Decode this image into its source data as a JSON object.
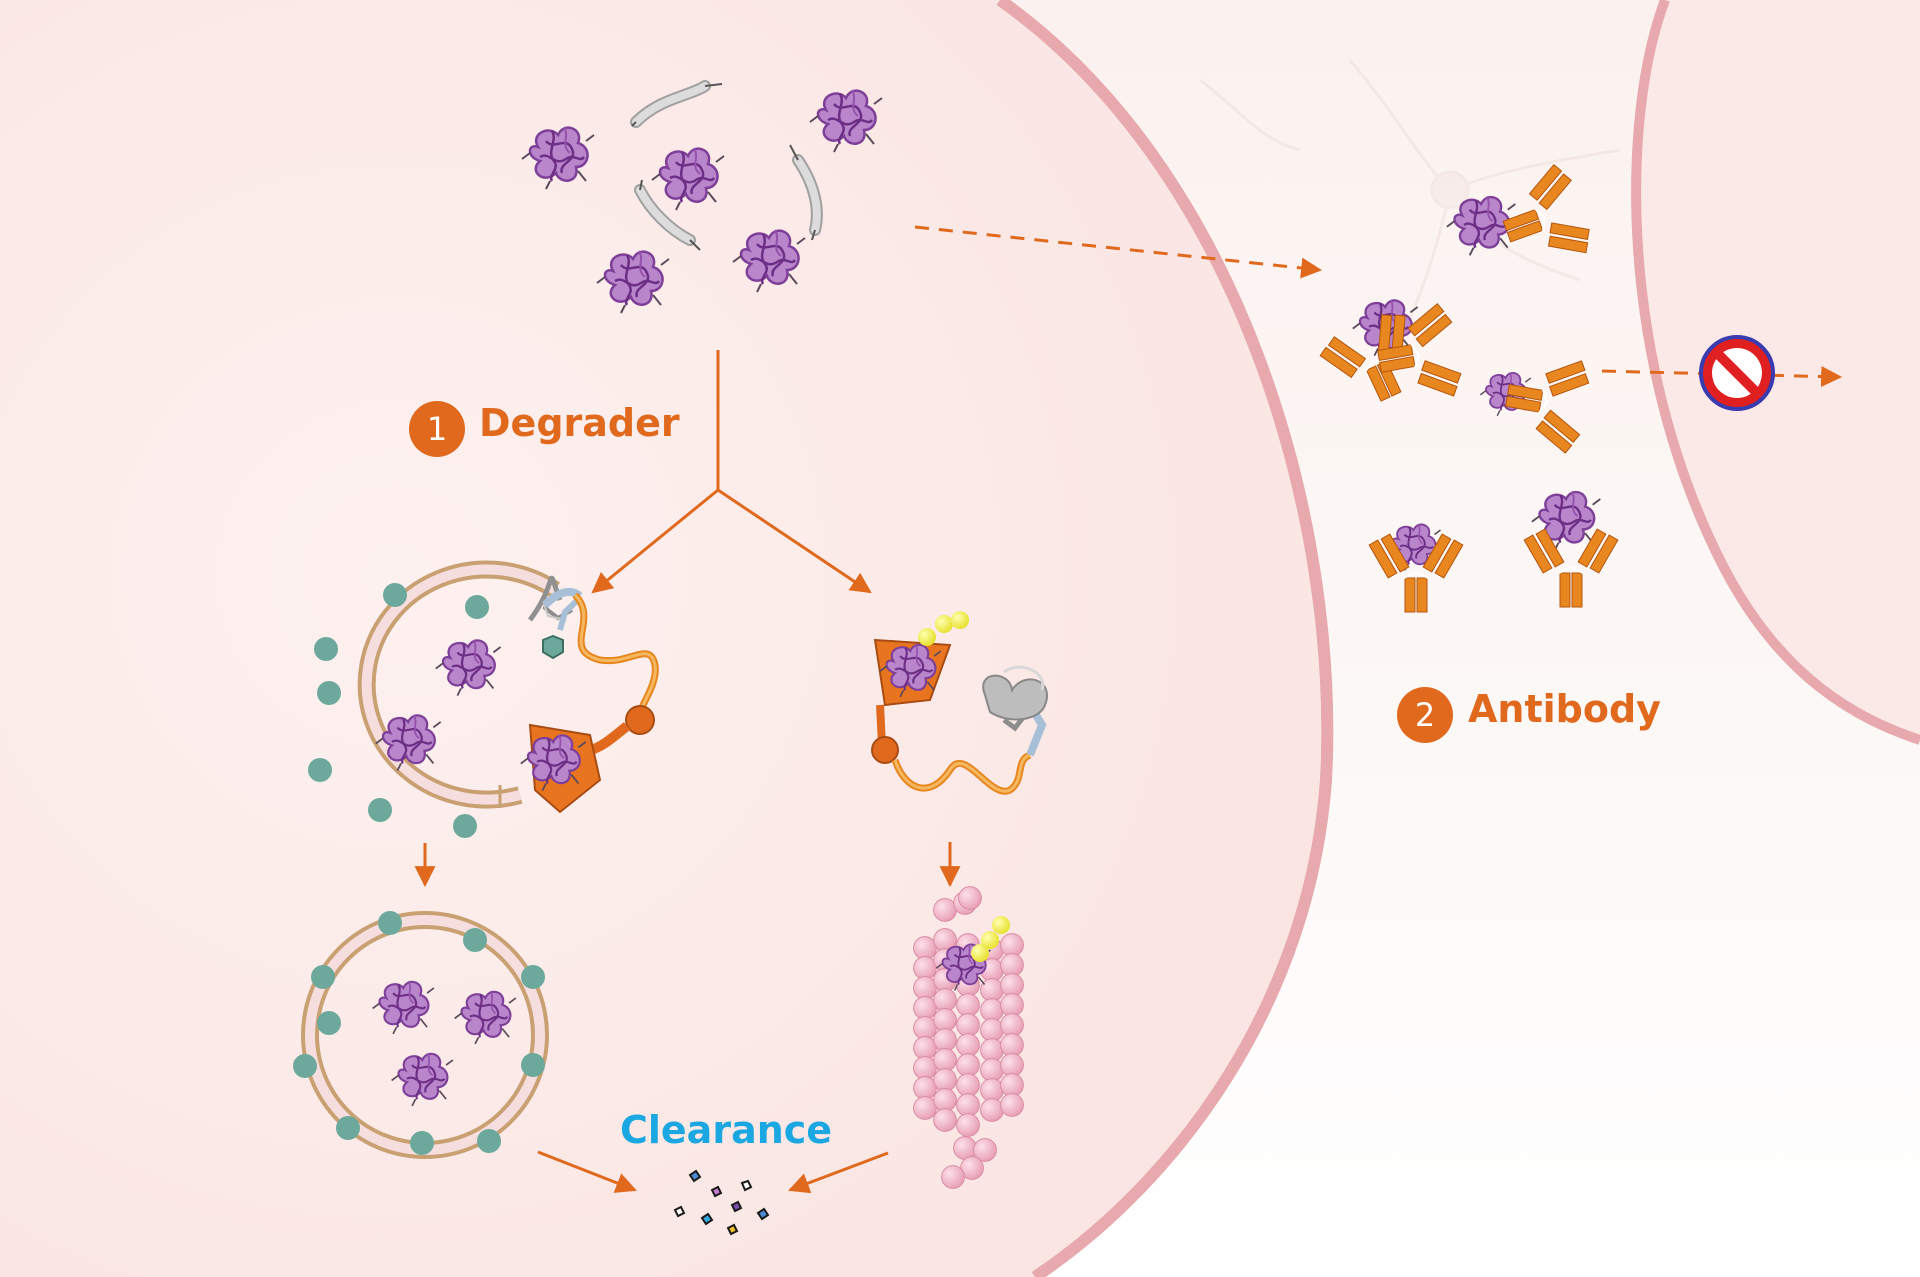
{
  "labels": {
    "degrader_number": "1",
    "degrader": "Degrader",
    "antibody_number": "2",
    "antibody": "Antibody",
    "clearance": "Clearance"
  },
  "colors": {
    "orange": "#e0691d",
    "clearance_blue": "#1aa7e2",
    "aggregate_purple": "#a05fb6",
    "teal_bead": "#6ca99c",
    "membrane_tan": "#c9a072",
    "proteasome_pink": "#f3b6c8",
    "ubiquitin_yellow": "#f2ee3a",
    "cell_membrane": "#e8a9ad",
    "blocked_red": "#e02020"
  },
  "icons": [
    "protein-aggregate-icon",
    "tau-fibril-icon",
    "antibody-icon",
    "no-entry-icon",
    "proteasome-icon",
    "ubiquitin-icon",
    "lysosome-icon",
    "degrader-molecule-icon"
  ]
}
